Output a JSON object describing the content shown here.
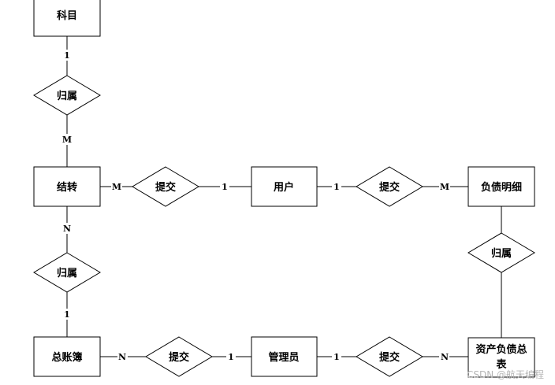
{
  "entities": {
    "subject": "科目",
    "transfer": "结转",
    "user": "用户",
    "liability_detail": "负债明细",
    "general_ledger": "总账簿",
    "admin": "管理员",
    "balance_sheet_line1": "资产负债总",
    "balance_sheet_line2": "表"
  },
  "relationships": {
    "belongs_1": "归属",
    "submit_1": "提交",
    "submit_2": "提交",
    "belongs_2": "归属",
    "belongs_3": "归属",
    "submit_3": "提交",
    "submit_4": "提交"
  },
  "cardinalities": {
    "subject_belongs": "1",
    "belongs_transfer": "M",
    "transfer_submit": "M",
    "submit_user": "1",
    "user_submit": "1",
    "submit_detail": "M",
    "transfer_belongs": "N",
    "belongs_ledger": "1",
    "ledger_submit": "N",
    "submit_admin": "1",
    "admin_submit": "1",
    "submit_sheet": "N"
  },
  "watermark": "CSDN @航天编程"
}
